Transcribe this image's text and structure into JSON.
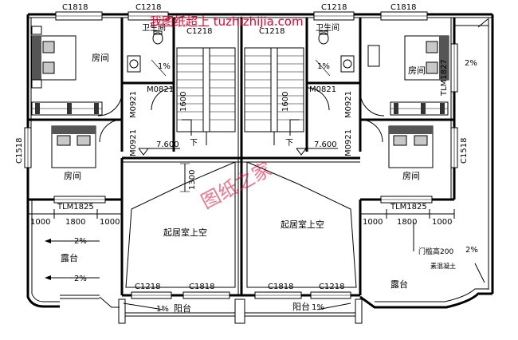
{
  "watermark": {
    "site_text": "我图纸超上 tuzhizhijia.com",
    "stamp_text": "图纸之家",
    "color": "#e8002d"
  },
  "top_windows": [
    "C1818",
    "C1218",
    "C1218",
    "C1818"
  ],
  "stair_windows": [
    "C1218",
    "C1218"
  ],
  "bathrooms": {
    "label": "卫生间",
    "slope": "1%"
  },
  "bedrooms": {
    "label": "房间"
  },
  "doors": {
    "bath": "M0821",
    "bedroom": "M0921"
  },
  "stair_dims": {
    "flight": "1600",
    "down": "下"
  },
  "elevations": {
    "value": "7.600"
  },
  "side_windows": {
    "left": "C1518",
    "right": "C1518"
  },
  "sliding_doors": {
    "side": "TLM1827",
    "bottom": "TLM1825"
  },
  "dims_below_bedroom": [
    "1000",
    "1800",
    "1000"
  ],
  "void": {
    "label": "起居室上空",
    "dim": "1300"
  },
  "terrace": {
    "label": "露台",
    "slope": "2%",
    "corner_slope": "2%"
  },
  "balcony": {
    "label": "阳台",
    "slope": "1%"
  },
  "bottom_windows": [
    "C1218",
    "C1818",
    "C1818",
    "C1218"
  ],
  "note": {
    "line1": "门槛高200",
    "line2": "素混凝土"
  }
}
